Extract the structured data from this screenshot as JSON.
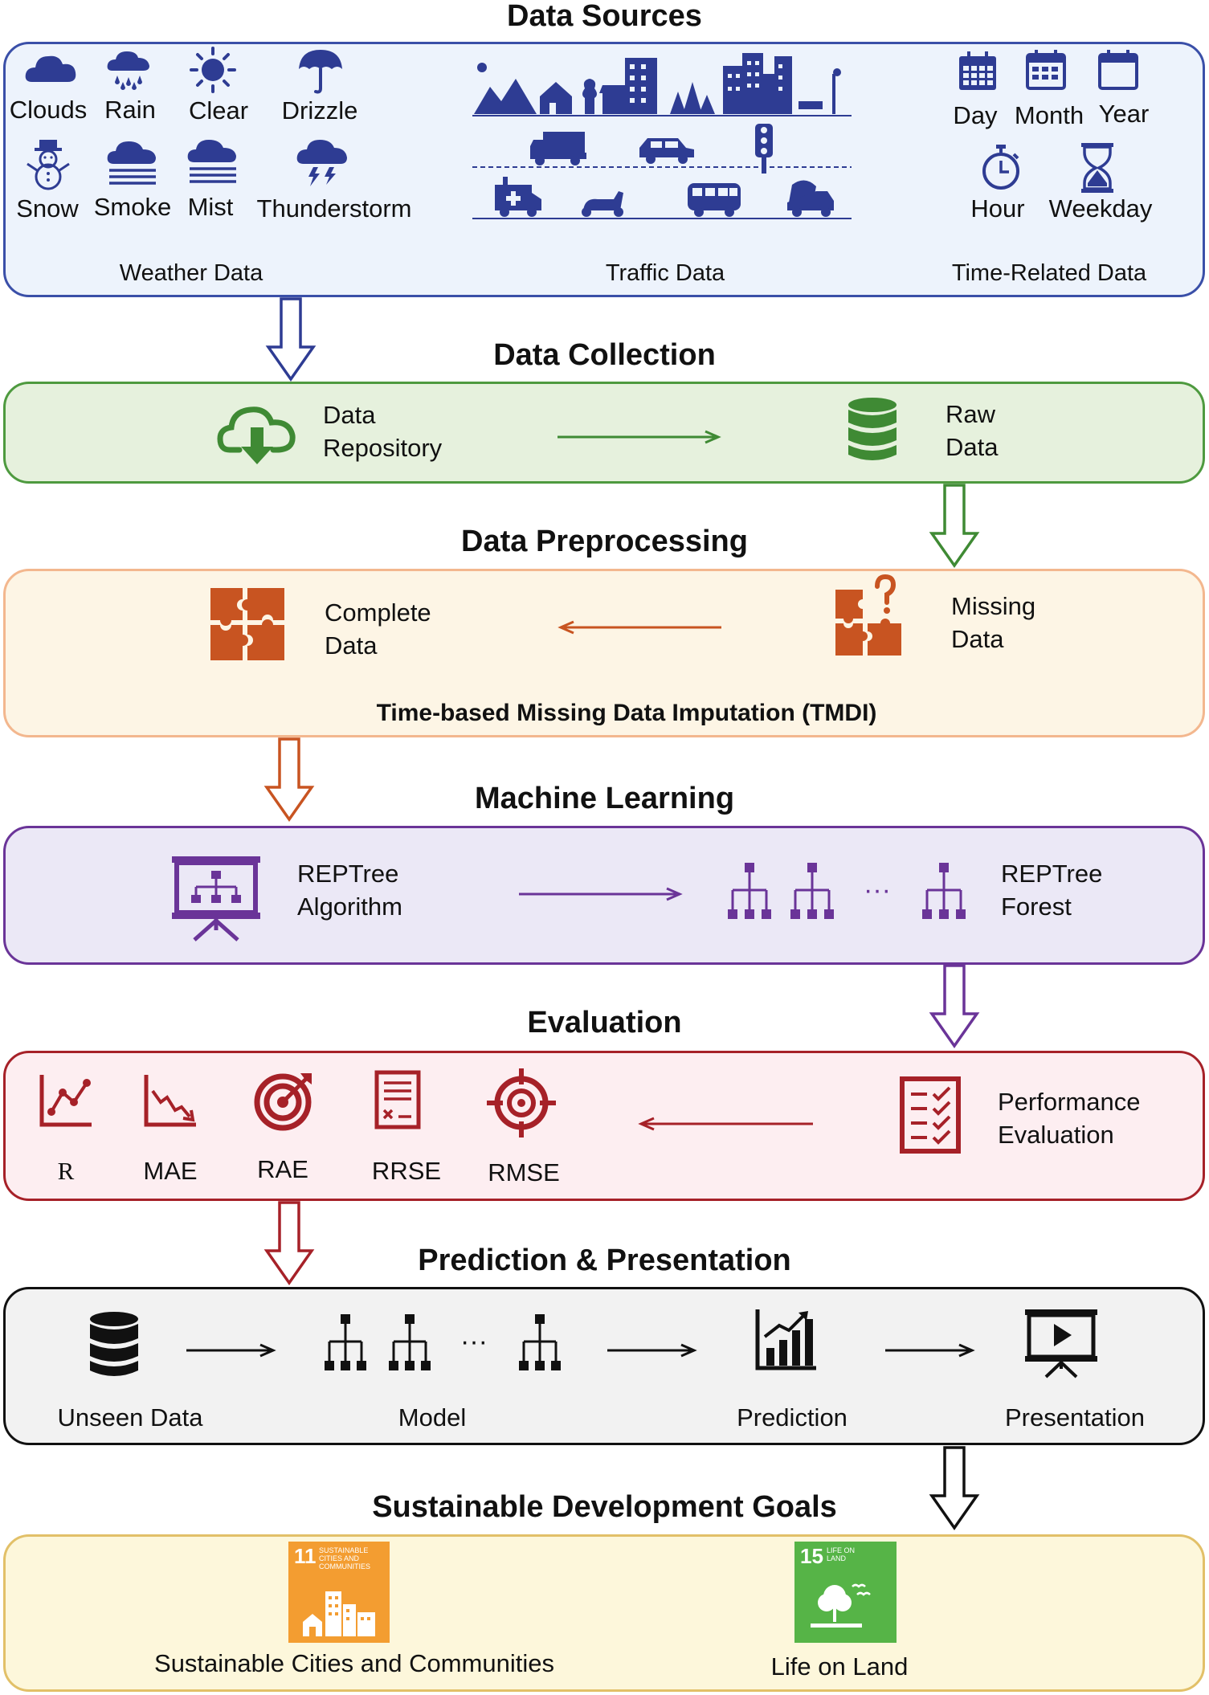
{
  "sections": {
    "sources": {
      "title": "Data Sources",
      "weather": {
        "group_label": "Weather Data",
        "items": [
          "Clouds",
          "Rain",
          "Clear",
          "Drizzle",
          "Snow",
          "Smoke",
          "Mist",
          "Thunderstorm"
        ]
      },
      "traffic": {
        "group_label": "Traffic Data"
      },
      "time": {
        "group_label": "Time-Related Data",
        "items": [
          "Day",
          "Month",
          "Year",
          "Hour",
          "Weekday"
        ]
      }
    },
    "collection": {
      "title": "Data Collection",
      "repository": [
        "Data",
        "Repository"
      ],
      "raw": [
        "Raw",
        "Data"
      ]
    },
    "preprocessing": {
      "title": "Data Preprocessing",
      "complete": [
        "Complete",
        "Data"
      ],
      "missing": [
        "Missing",
        "Data"
      ],
      "method": "Time-based Missing Data Imputation (TMDI)"
    },
    "ml": {
      "title": "Machine Learning",
      "algorithm": [
        "REPTree",
        "Algorithm"
      ],
      "forest": [
        "REPTree",
        "Forest"
      ],
      "ellipsis": "···"
    },
    "evaluation": {
      "title": "Evaluation",
      "metrics": [
        "R",
        "MAE",
        "RAE",
        "RRSE",
        "RMSE"
      ],
      "performance": [
        "Performance",
        "Evaluation"
      ]
    },
    "prediction": {
      "title": "Prediction & Presentation",
      "unseen": "Unseen Data",
      "model": "Model",
      "prediction": "Prediction",
      "presentation": "Presentation",
      "ellipsis": "···"
    },
    "sdg": {
      "title": "Sustainable Development Goals",
      "goal11": {
        "number": "11",
        "badge": "SUSTAINABLE CITIES AND COMMUNITIES",
        "label": "Sustainable Cities and Communities"
      },
      "goal15": {
        "number": "15",
        "badge": "LIFE ON LAND",
        "label": "Life on Land"
      }
    }
  },
  "colors": {
    "sources": "#2e3c93",
    "sources_bg": "#edf3fc",
    "collection": "#3f8a34",
    "collection_bg": "#e6f1dd",
    "preprocessing": "#c85421",
    "preprocessing_border": "#f3b78e",
    "preprocessing_bg": "#fdf5e5",
    "ml": "#6a3498",
    "ml_bg": "#ebe8f6",
    "evaluation": "#a62128",
    "evaluation_bg": "#fdeef1",
    "prediction": "#111111",
    "prediction_bg": "#f2f2f2",
    "sdg_border": "#e2c068",
    "sdg_bg": "#fdf7db",
    "sdg11": "#f39d31",
    "sdg15": "#56b447"
  }
}
